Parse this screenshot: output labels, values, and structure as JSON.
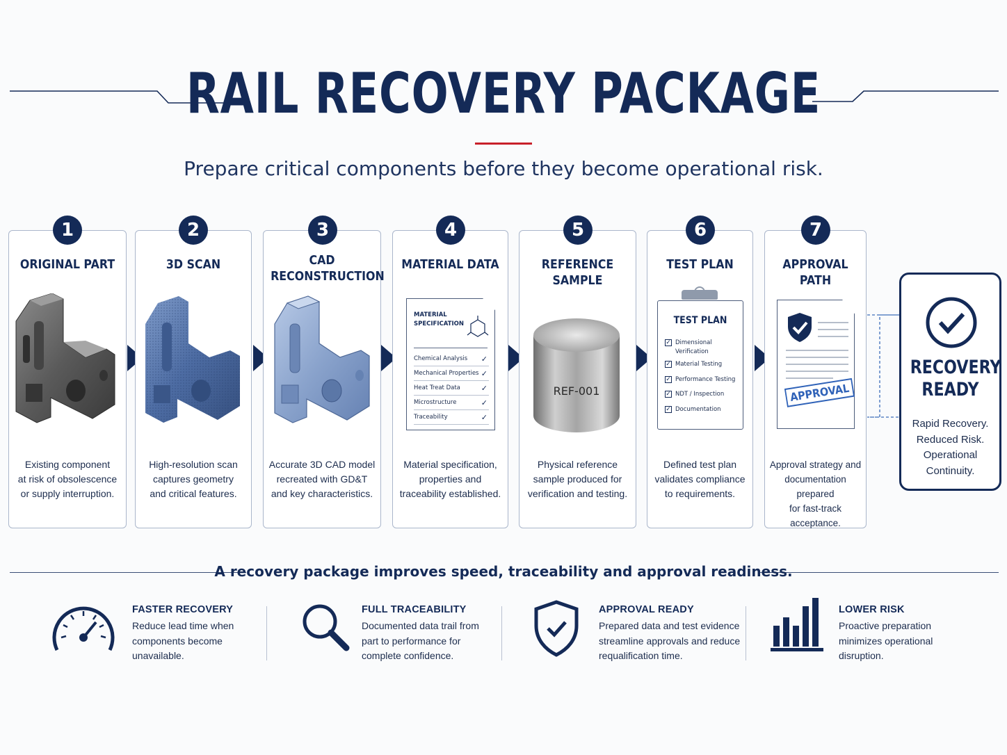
{
  "header": {
    "title": "RAIL RECOVERY PACKAGE",
    "subtitle": "Prepare critical components before they become operational risk."
  },
  "steps": [
    {
      "number": "1",
      "title": "ORIGINAL PART",
      "description": "Existing component\nat risk of obsolescence\nor supply interruption."
    },
    {
      "number": "2",
      "title": "3D SCAN",
      "description": "High-resolution scan\ncaptures geometry\nand critical features."
    },
    {
      "number": "3",
      "title": "CAD\nRECONSTRUCTION",
      "description": "Accurate 3D CAD model\nrecreated with GD&T\nand key characteristics."
    },
    {
      "number": "4",
      "title": "MATERIAL DATA",
      "description": "Material specification,\nproperties and\ntraceability established."
    },
    {
      "number": "5",
      "title": "REFERENCE SAMPLE",
      "description": "Physical reference\nsample produced for\nverification and testing."
    },
    {
      "number": "6",
      "title": "TEST PLAN",
      "description": "Defined test plan\nvalidates compliance\nto requirements."
    },
    {
      "number": "7",
      "title": "APPROVAL PATH",
      "description": "Approval strategy and\ndocumentation prepared\nfor fast-track acceptance."
    }
  ],
  "material_doc": {
    "heading_line1": "MATERIAL",
    "heading_line2": "SPECIFICATION",
    "items": [
      "Chemical Analysis",
      "Mechanical Properties",
      "Heat Treat Data",
      "Microstructure",
      "Traceability"
    ]
  },
  "reference_sample": {
    "label": "REF-001"
  },
  "test_plan_doc": {
    "heading": "TEST PLAN",
    "items": [
      "Dimensional\nVerification",
      "Material Testing",
      "Performance Testing",
      "NDT / Inspection",
      "Documentation"
    ]
  },
  "approval_doc": {
    "stamp": "APPROVAL"
  },
  "ready": {
    "title": "RECOVERY\nREADY",
    "text": "Rapid Recovery.\nReduced Risk.\nOperational\nContinuity."
  },
  "tagline": "A recovery package improves speed, traceability and approval readiness.",
  "benefits": [
    {
      "icon": "speedometer-icon",
      "title": "FASTER RECOVERY",
      "text": "Reduce lead time when\ncomponents become\nunavailable."
    },
    {
      "icon": "magnifier-icon",
      "title": "FULL TRACEABILITY",
      "text": "Documented data trail from\npart to performance for\ncomplete confidence."
    },
    {
      "icon": "shield-check-icon",
      "title": "APPROVAL READY",
      "text": "Prepared data and test evidence\nstreamline approvals and reduce\nrequalification time."
    },
    {
      "icon": "bar-chart-icon",
      "title": "LOWER RISK",
      "text": "Proactive preparation\nminimizes operational\ndisruption."
    }
  ],
  "colors": {
    "navy": "#142a57",
    "accent_red": "#c8202a",
    "stamp_blue": "#2f62b8",
    "card_border": "#aab6cb"
  }
}
